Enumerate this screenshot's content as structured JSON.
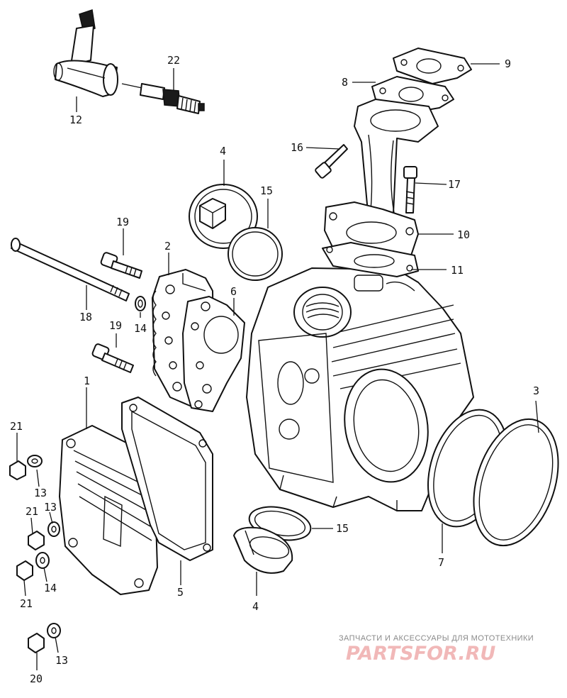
{
  "callouts": {
    "c1": "1",
    "c2": "2",
    "c3": "3",
    "c4a": "4",
    "c4b": "4",
    "c5": "5",
    "c6": "6",
    "c7": "7",
    "c8": "8",
    "c9": "9",
    "c10": "10",
    "c11": "11",
    "c12": "12",
    "c13a": "13",
    "c13b": "13",
    "c13c": "13",
    "c14a": "14",
    "c14b": "14",
    "c15a": "15",
    "c15b": "15",
    "c16": "16",
    "c17": "17",
    "c18": "18",
    "c19a": "19",
    "c19b": "19",
    "c20": "20",
    "c21a": "21",
    "c21b": "21",
    "c21c": "21",
    "c22": "22"
  },
  "watermark": {
    "tagline": "ЗАПЧАСТИ И АКСЕССУАРЫ ДЛЯ МОТОТЕХНИКИ",
    "logo": "PARTSFOR.RU"
  }
}
